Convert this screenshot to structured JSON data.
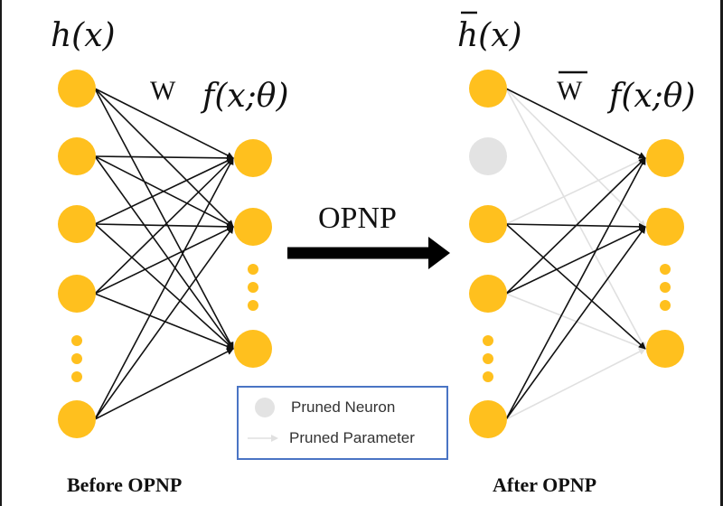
{
  "left": {
    "input_label": "h(x)",
    "weight_label": "W",
    "output_label": "f(x;θ)",
    "caption": "Before OPNP"
  },
  "right": {
    "input_label": "h(x)",
    "weight_label": "W",
    "output_label": "f(x;θ)",
    "caption": "After OPNP"
  },
  "transition_label": "OPNP",
  "legend": {
    "pruned_neuron": "Pruned Neuron",
    "pruned_parameter": "Pruned Parameter"
  },
  "colors": {
    "neuron": "#FFC01E",
    "pruned_neuron": "#E3E3E3",
    "edge": "#111111",
    "pruned_edge": "#E0E0E0",
    "legend_border": "#4A74C4"
  },
  "network": {
    "pruned_input_index": 1,
    "pruned_edges": [
      [
        0,
        1
      ],
      [
        0,
        2
      ],
      [
        2,
        0
      ],
      [
        3,
        2
      ],
      [
        4,
        2
      ]
    ]
  }
}
